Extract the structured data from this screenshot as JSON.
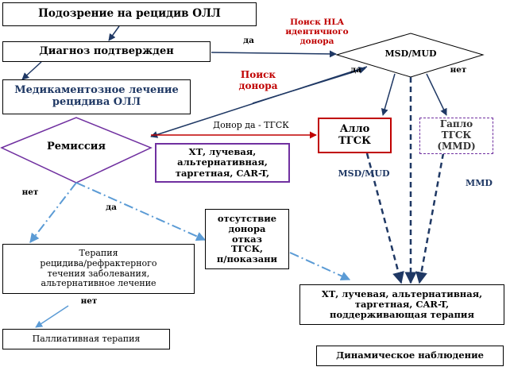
{
  "nodes": {
    "suspicion": "Подозрение на рецидив ОЛЛ",
    "diagnosis": "Диагноз подтвержден",
    "treatment": [
      "Медикаментозное лечение",
      "рецидива ОЛЛ"
    ],
    "msd_mud": "MSD/MUD",
    "remission": "Ремиссия",
    "therapy_options": [
      "ХТ, лучевая,",
      "альтернативная,",
      "таргетная, CAR-T,"
    ],
    "allo": [
      "Алло",
      "ТГСК"
    ],
    "haplo": [
      "Гапло",
      "ТГСК",
      "(MMD)"
    ],
    "no_donor": [
      "отсутствие",
      "донора",
      "отказ",
      "ТГСК,",
      "п/показани"
    ],
    "relapse_therapy": [
      "Терапия",
      "рецидива/рефрактерного",
      "течения заболевания,",
      "альтернативное лечение"
    ],
    "final_therapy": [
      "ХТ, лучевая, альтернативная,",
      "таргетная, CAR-T,",
      "поддерживающая терапия"
    ],
    "palliative": "Паллиативная терапия",
    "observation": "Динамическое наблюдение"
  },
  "labels": {
    "hla_search": [
      "Поиск HLA",
      "идентичного",
      "донора"
    ],
    "donor_search": [
      "Поиск",
      "донора"
    ],
    "yes_top": "да",
    "yes_diamond": "да",
    "no_diamond": "нет",
    "donor_yes": "Донор да - ТГСК",
    "no_remission": "нет",
    "yes_remission": "да",
    "msd_mud_arrow": "MSD/MUD",
    "mmd_arrow": "MMD",
    "no_bottom": "нет"
  },
  "colors": {
    "arrow_navy": "#1f3864",
    "arrow_light_blue": "#5b9bd5",
    "red": "#c00000",
    "purple": "#7030a0"
  }
}
